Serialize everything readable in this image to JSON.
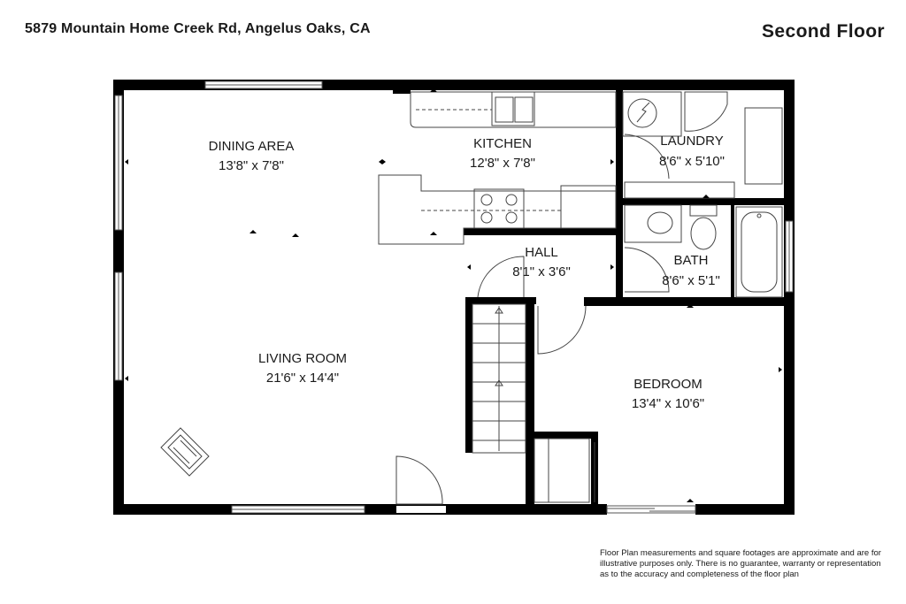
{
  "header": {
    "address": "5879 Mountain Home Creek Rd, Angelus Oaks, CA",
    "floor_label": "Second Floor"
  },
  "rooms": {
    "dining": {
      "name": "DINING AREA",
      "dims": "13'8\" x 7'8\""
    },
    "kitchen": {
      "name": "KITCHEN",
      "dims": "12'8\" x 7'8\""
    },
    "laundry": {
      "name": "LAUNDRY",
      "dims": "8'6\" x 5'10\""
    },
    "hall": {
      "name": "HALL",
      "dims": "8'1\" x 3'6\""
    },
    "bath": {
      "name": "BATH",
      "dims": "8'6\" x 5'1\""
    },
    "living": {
      "name": "LIVING ROOM",
      "dims": "21'6\" x 14'4\""
    },
    "bedroom": {
      "name": "BEDROOM",
      "dims": "13'4\" x 10'6\""
    }
  },
  "disclaimer": {
    "line1": "Floor Plan measurements and square footages are approximate and are for",
    "line2": "illustrative purposes only. There is no guarantee, warranty or representation",
    "line3": "as to the accuracy and completeness of the floor plan"
  },
  "colors": {
    "wall": "#000000",
    "fixture_stroke": "#444444",
    "background": "#ffffff"
  }
}
